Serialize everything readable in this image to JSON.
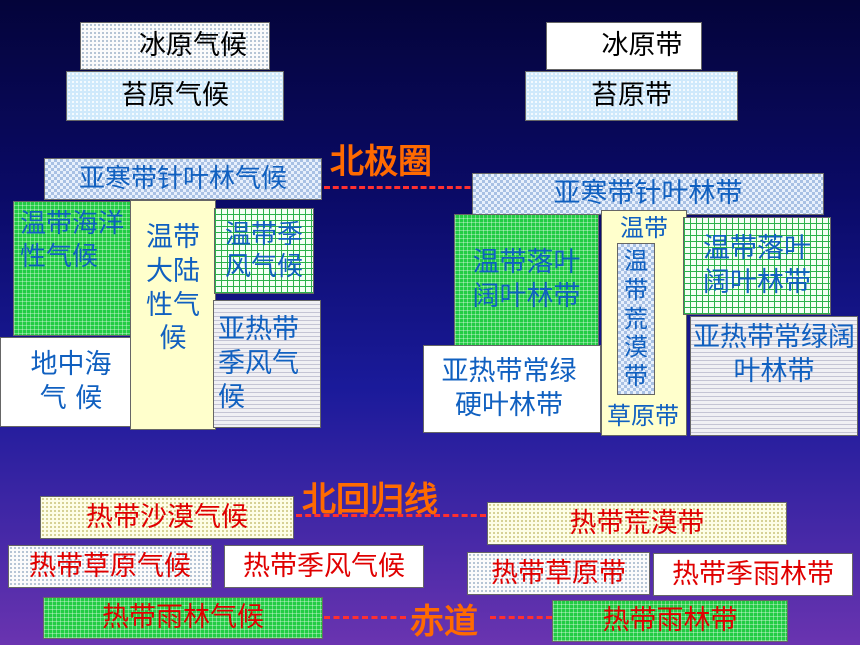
{
  "climate": {
    "ice_cap": "冰原气候",
    "tundra": "苔原气候",
    "subarctic": "亚寒带针叶林气候",
    "temperate_maritime": "温带海洋性气候",
    "temperate_continental": "温带大陆性气候",
    "temperate_monsoon": "温带季风气候",
    "mediterranean": "地中海气 候",
    "subtropical_monsoon": "亚热带季风气候",
    "tropical_desert": "热带沙漠气候",
    "tropical_savanna": "热带草原气候",
    "tropical_monsoon": "热带季风气候",
    "tropical_rainforest": "热带雨林气候"
  },
  "vegetation": {
    "ice_sheet": "冰原带",
    "tundra": "苔原带",
    "taiga": "亚寒带针叶林带",
    "temperate_deciduous_left": "温带落叶阔叶林带",
    "temperate_header": "温带",
    "temperate_desert": "温带荒漠带",
    "temperate_grassland": "草原带",
    "temperate_deciduous_right": "温带落叶阔叶林带",
    "subtropical_evergreen": "亚热带常绿阔叶林带",
    "subtropical_sclerophyll": "亚热带常绿硬叶林带",
    "tropical_desert": "热带荒漠带",
    "tropical_grassland": "热带草原带",
    "tropical_monsoon_forest": "热带季雨林带",
    "tropical_rainforest": "热带雨林带"
  },
  "lines": {
    "arctic_circle": "北极圈",
    "tropic_of_cancer": "北回归线",
    "equator": "赤道"
  }
}
